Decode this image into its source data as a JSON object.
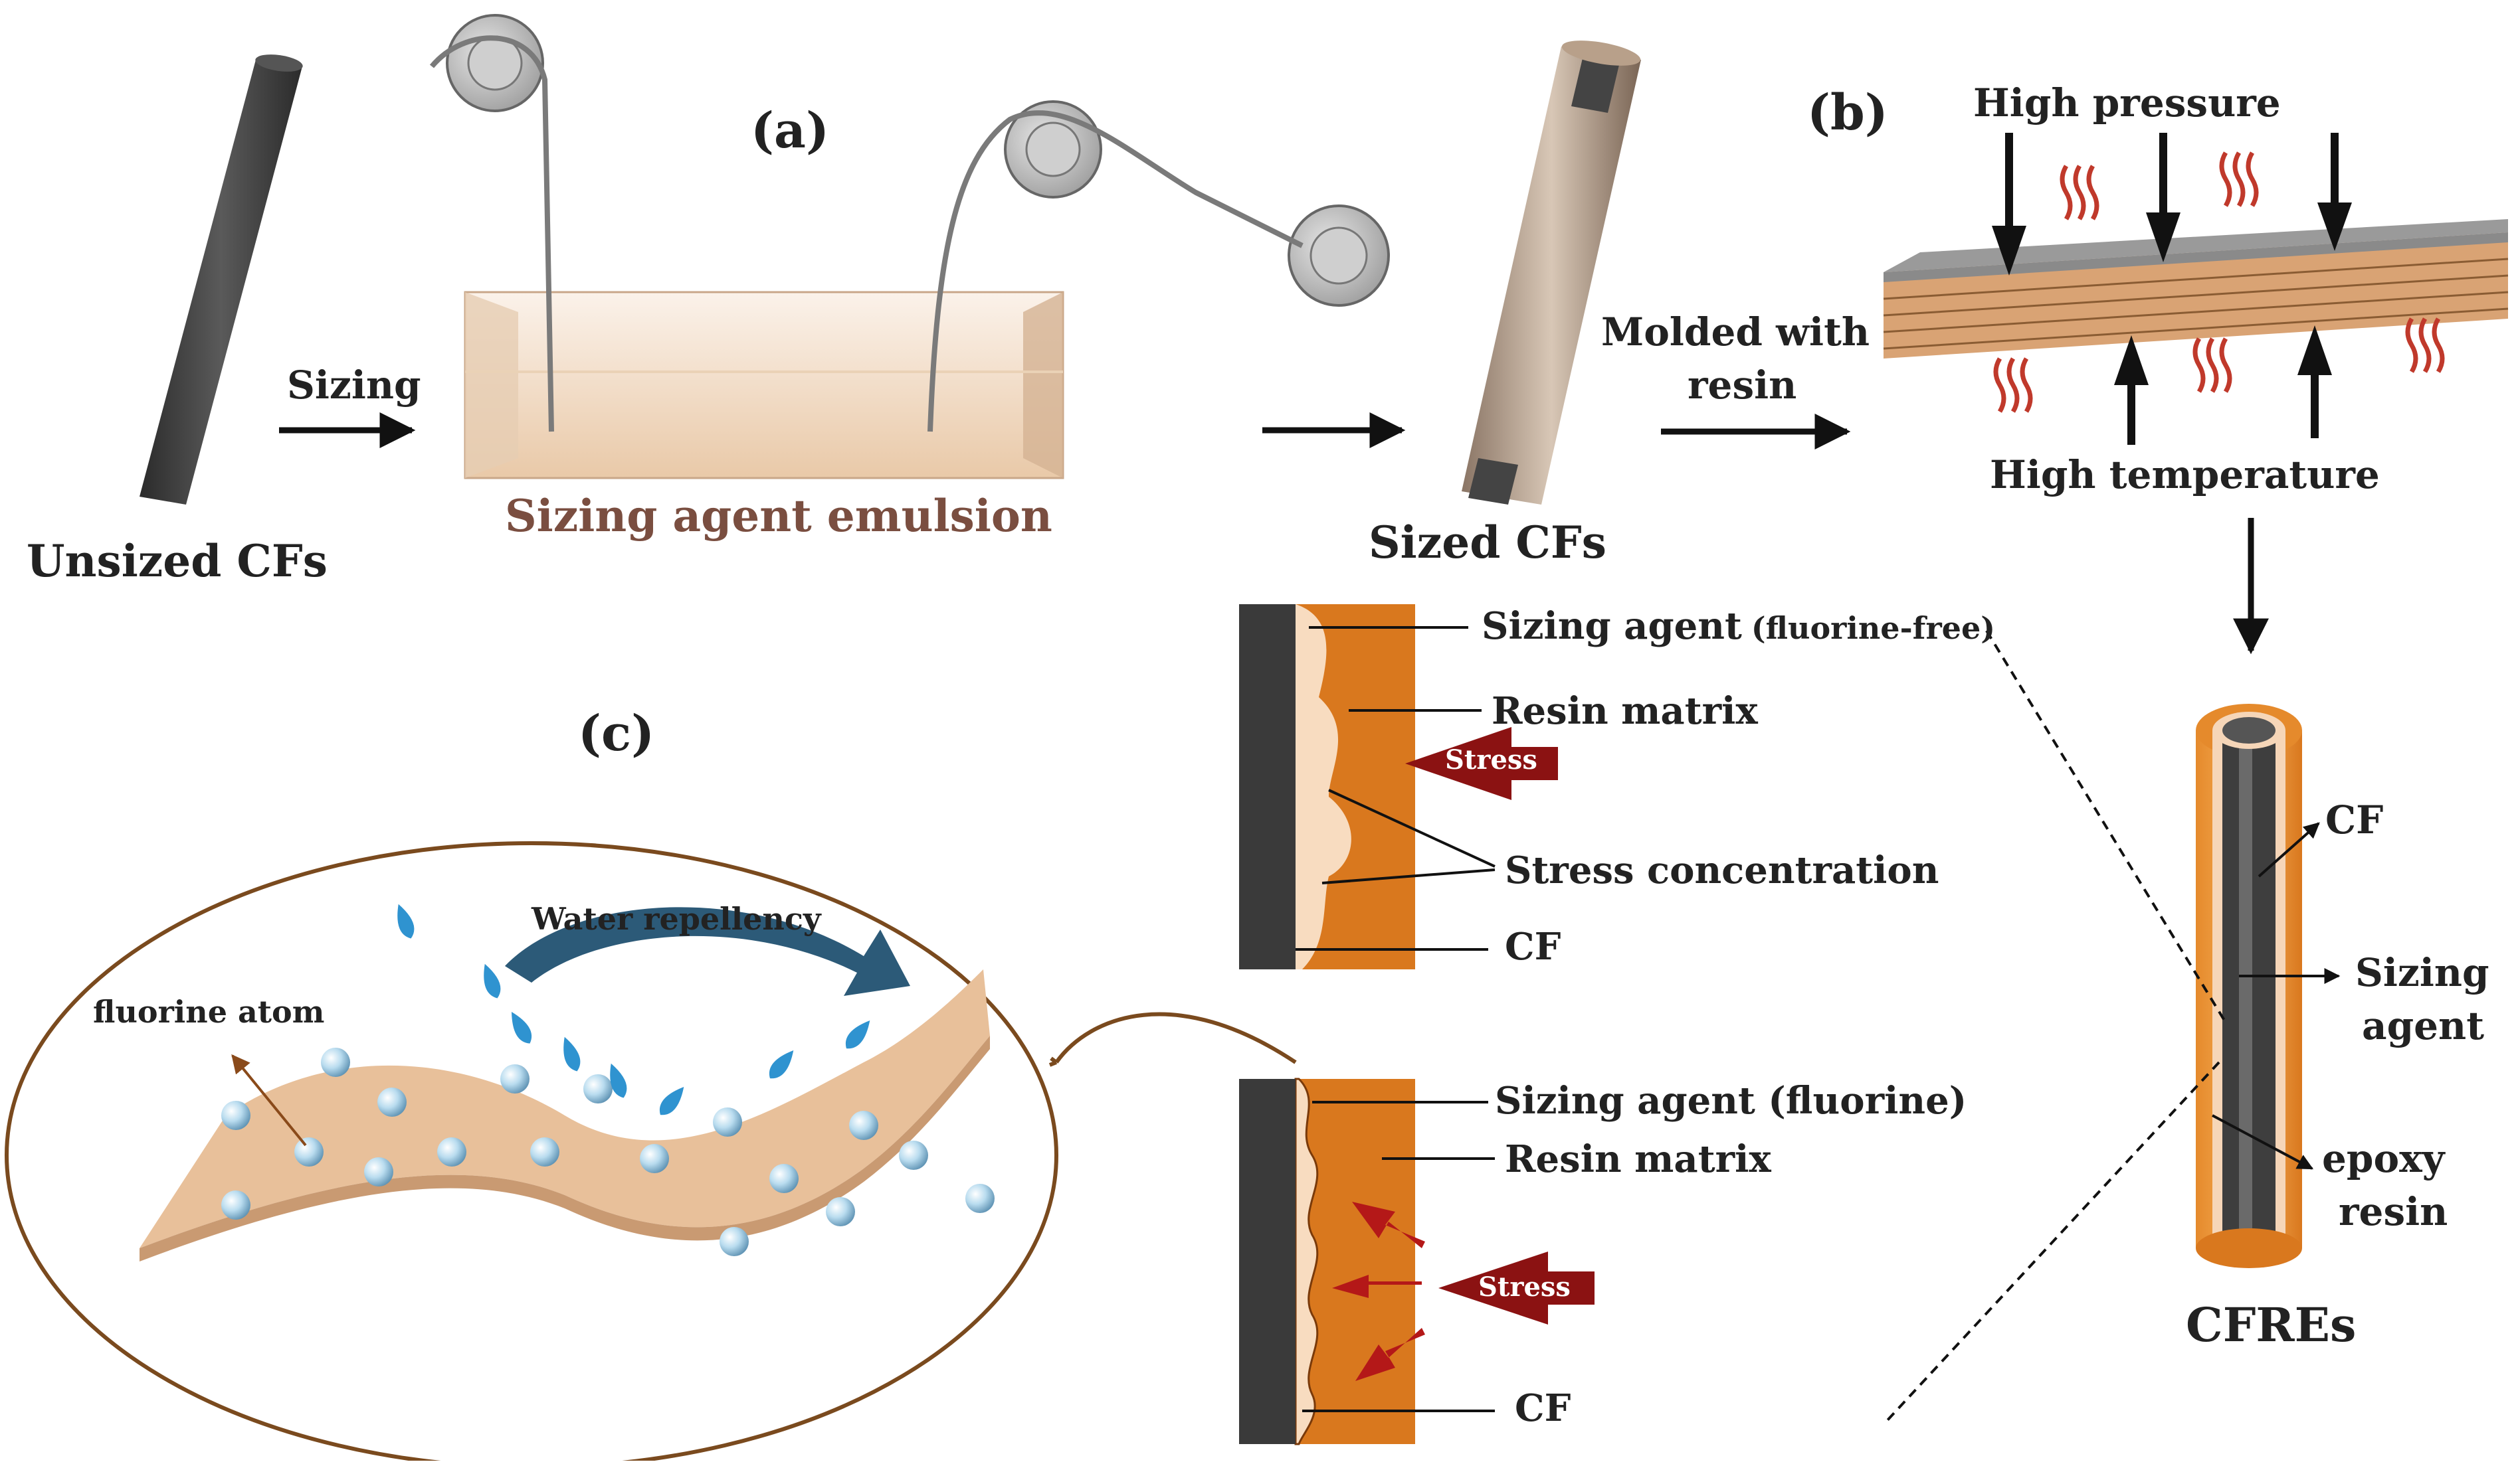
{
  "panels": {
    "a": "(a)",
    "b": "(b)",
    "c": "(c)"
  },
  "step_a": {
    "unsized_cfs": "Unsized CFs",
    "sizing": "Sizing",
    "sizing_agent_emulsion": "Sizing agent emulsion",
    "sized_cfs": "Sized CFs"
  },
  "step_b": {
    "molded_line1": "Molded with",
    "molded_line2": "resin",
    "high_pressure": "High pressure",
    "high_temperature": "High temperature",
    "cfres": "CFREs",
    "cf": "CF",
    "sizing_line1": "Sizing",
    "sizing_line2": "agent",
    "epoxy_line1": "epoxy",
    "epoxy_line2": "resin"
  },
  "interface_free": {
    "sizing_agent": "Sizing agent",
    "fluorine_free": "(fluorine-free)",
    "resin_matrix": "Resin matrix",
    "stress": "Stress",
    "stress_concentration": "Stress concentration",
    "cf": "CF"
  },
  "interface_fluorine": {
    "sizing_agent": "Sizing agent (fluorine)",
    "resin_matrix": "Resin matrix",
    "stress": "Stress",
    "cf": "CF"
  },
  "step_c": {
    "water_repellency": "Water repellency",
    "fluorine_atom": "fluorine atom"
  },
  "colors": {
    "fiber": "#3a3a3a",
    "resin": "#d9781e",
    "sizing": "#f8dcc0",
    "stress_arrow": "#8b1212",
    "heat": "#c0392b",
    "water": "#2f93d0",
    "repellency_arrow": "#2c5a78",
    "ellipse": "#7a4a1e",
    "film": "#e8c09a"
  }
}
